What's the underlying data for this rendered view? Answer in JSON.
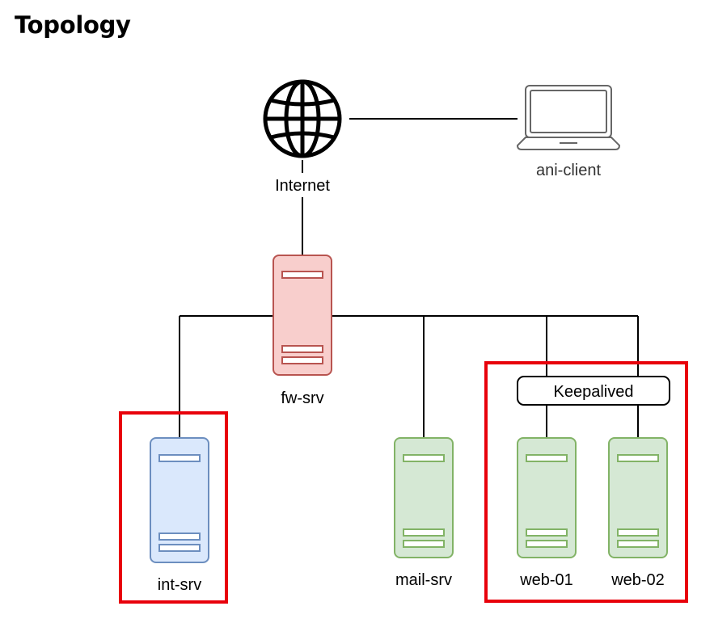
{
  "title": "Topology",
  "nodes": {
    "internet": {
      "label": "Internet",
      "icon": "globe-icon"
    },
    "client": {
      "label": "ani-client",
      "icon": "laptop-icon"
    },
    "firewall": {
      "label": "fw-srv",
      "icon": "server-icon",
      "color": "#f8cecc",
      "stroke": "#b85450"
    },
    "int": {
      "label": "int-srv",
      "icon": "server-icon",
      "color": "#dae8fc",
      "stroke": "#6c8ebf"
    },
    "mail": {
      "label": "mail-srv",
      "icon": "server-icon",
      "color": "#d5e8d4",
      "stroke": "#82b366"
    },
    "web1": {
      "label": "web-01",
      "icon": "server-icon",
      "color": "#d5e8d4",
      "stroke": "#82b366"
    },
    "web2": {
      "label": "web-02",
      "icon": "server-icon",
      "color": "#d5e8d4",
      "stroke": "#82b366"
    }
  },
  "keepalived": {
    "label": "Keepalived"
  },
  "highlight_color": "#e8000b"
}
